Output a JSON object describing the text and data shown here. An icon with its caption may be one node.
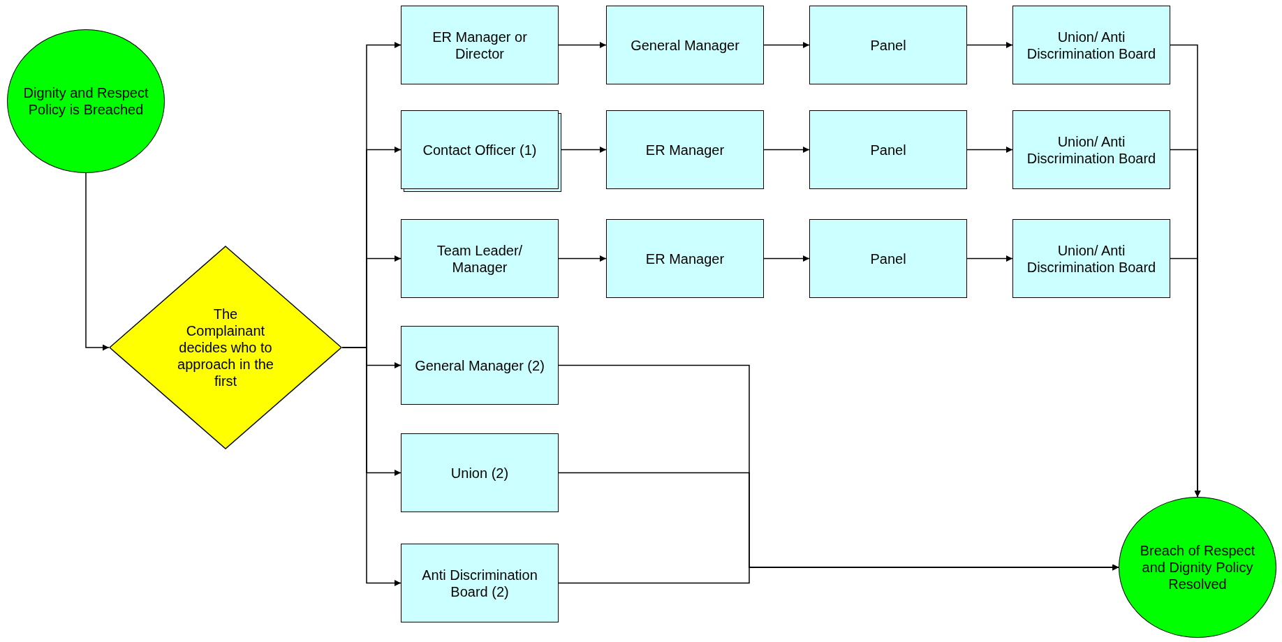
{
  "diagram": {
    "nodes": [
      {
        "text": [
          "Dignity and Respect Policy is Breached"
        ]
      },
      {
        "text": [
          "The Complainant decides who to approach in the first"
        ]
      },
      {
        "text": [
          "ER Manager or Director"
        ]
      },
      {
        "text": [
          "General Manager"
        ]
      },
      {
        "text": [
          "Panel"
        ]
      },
      {
        "text": [
          "Union/ Anti Discrimination Board"
        ]
      },
      {
        "text": [
          "Contact Officer (1)"
        ]
      },
      {
        "text": [
          "ER Manager"
        ]
      },
      {
        "text": [
          "Panel"
        ]
      },
      {
        "text": [
          "Union/ Anti Discrimination Board"
        ]
      },
      {
        "text": [
          "Team Leader/ Manager"
        ]
      },
      {
        "text": [
          "ER Manager"
        ]
      },
      {
        "text": [
          "Panel"
        ]
      },
      {
        "text": [
          "Union/ Anti Discrimination Board"
        ]
      },
      {
        "text": [
          "General Manager (2)"
        ]
      },
      {
        "text": [
          "Union (2)"
        ]
      },
      {
        "text": [
          "Anti Discrimination Board (2)"
        ]
      },
      {
        "text": [
          "Breach of Respect and Dignity Policy Resolved"
        ]
      }
    ],
    "edges": [
      {
        "from": 0,
        "to": 1,
        "arrow": "to"
      },
      {
        "from": 1,
        "to": 2,
        "arrow": "to"
      },
      {
        "from": 1,
        "to": 6,
        "arrow": "to"
      },
      {
        "from": 1,
        "to": 10,
        "arrow": "to"
      },
      {
        "from": 1,
        "to": 14,
        "arrow": "to"
      },
      {
        "from": 1,
        "to": 15,
        "arrow": "to"
      },
      {
        "from": 1,
        "to": 16,
        "arrow": "to"
      },
      {
        "from": 2,
        "to": 3,
        "arrow": "to"
      },
      {
        "from": 3,
        "to": 4,
        "arrow": "to"
      },
      {
        "from": 4,
        "to": 5,
        "arrow": "to"
      },
      {
        "from": 6,
        "to": 7,
        "arrow": "to"
      },
      {
        "from": 7,
        "to": 8,
        "arrow": "to"
      },
      {
        "from": 8,
        "to": 9,
        "arrow": "to"
      },
      {
        "from": 10,
        "to": 11,
        "arrow": "to"
      },
      {
        "from": 11,
        "to": 12,
        "arrow": "to"
      },
      {
        "from": 12,
        "to": 13,
        "arrow": "to"
      },
      {
        "from": 5,
        "to": 17,
        "arrow": "to"
      },
      {
        "from": 9,
        "to": 17,
        "arrow": "to"
      },
      {
        "from": 13,
        "to": 17,
        "arrow": "to"
      },
      {
        "from": 14,
        "to": 17,
        "arrow": "to"
      },
      {
        "from": 15,
        "to": 17,
        "arrow": "to"
      },
      {
        "from": 16,
        "to": 17,
        "arrow": "to"
      }
    ]
  }
}
